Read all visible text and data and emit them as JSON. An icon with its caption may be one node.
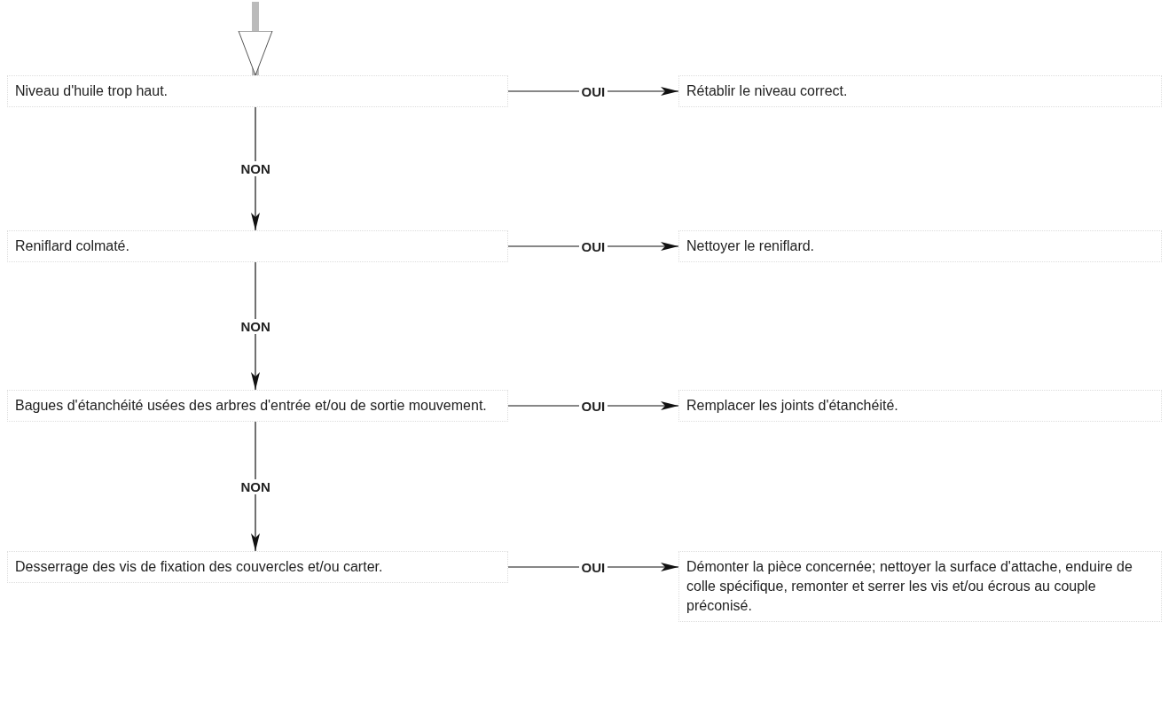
{
  "diagram": {
    "nodes": [
      {
        "text": [
          "Niveau d'huile trop haut."
        ]
      },
      {
        "text": [
          "Rétablir le niveau correct."
        ]
      },
      {
        "text": [
          "Reniflard colmaté."
        ]
      },
      {
        "text": [
          "Nettoyer le reniflard."
        ]
      },
      {
        "text": [
          "Bagues d'étanchéité usées des arbres d'entrée et/ou de sortie mouvement."
        ]
      },
      {
        "text": [
          "Remplacer les joints d'étanchéité."
        ]
      },
      {
        "text": [
          "Desserrage des vis de fixation des couvercles et/ou carter."
        ]
      },
      {
        "text": [
          "Démonter la pièce concernée; nettoyer la surface d'attache, enduire de colle spécifique, remonter et serrer les vis et/ou écrous au couple préconisé."
        ]
      }
    ],
    "edges": [
      {
        "from": null,
        "to": 0,
        "arrow": "to",
        "style": "thick",
        "color": "#bbbbbb"
      },
      {
        "from": 0,
        "to": 1,
        "arrow": "to",
        "label": "OUI"
      },
      {
        "from": 0,
        "to": 2,
        "arrow": "to",
        "label": "NON"
      },
      {
        "from": 2,
        "to": 3,
        "arrow": "to",
        "label": "OUI"
      },
      {
        "from": 2,
        "to": 4,
        "arrow": "to",
        "label": "NON"
      },
      {
        "from": 4,
        "to": 5,
        "arrow": "to",
        "label": "OUI"
      },
      {
        "from": 4,
        "to": 6,
        "arrow": "to",
        "label": "NON"
      },
      {
        "from": 6,
        "to": 7,
        "arrow": "to",
        "label": "OUI"
      }
    ]
  }
}
